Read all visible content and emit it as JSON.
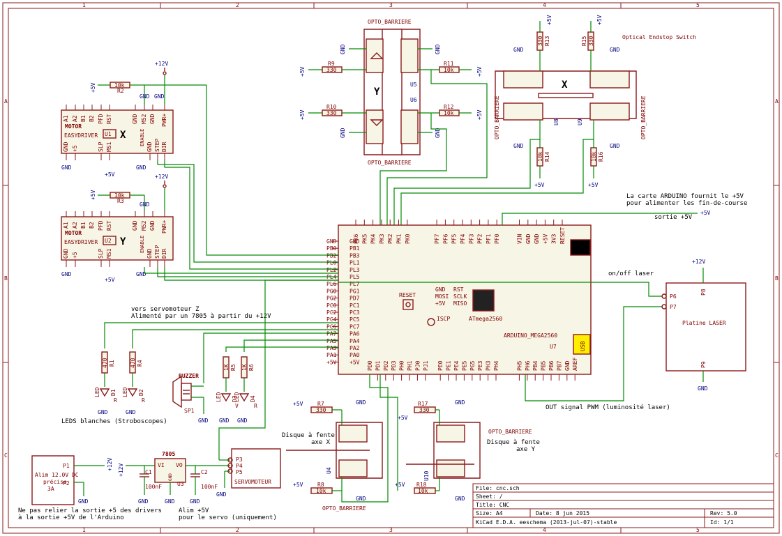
{
  "title_block": {
    "file": "File: cnc.sch",
    "sheet": "Sheet: /",
    "title": "Title: CNC",
    "size": "Size: A4",
    "date": "Date: 8 jun 2015",
    "rev": "Rev: 5.0",
    "tool": "KiCad E.D.A.  eeschema (2013-jul-07)-stable",
    "id": "Id: 1/1"
  },
  "frame": {
    "cols": [
      "1",
      "2",
      "3",
      "4",
      "5"
    ],
    "rows": [
      "A",
      "B",
      "C"
    ]
  },
  "drivers": [
    {
      "name": "EASYDRIVER",
      "ref": "U1",
      "axis": "X",
      "motor": "MOTOR",
      "top_pins": [
        "A1",
        "A2",
        "B1",
        "B2",
        "PFD",
        "RST",
        "GND",
        "M52",
        "GND",
        "PWR+"
      ],
      "bottom_pins": [
        "GND",
        "+5",
        "SLP",
        "MS1",
        "GND",
        "STEP",
        "DIR"
      ],
      "enable": "ENABLE"
    },
    {
      "name": "EASYDRIVER",
      "ref": "U2",
      "axis": "Y",
      "motor": "MOTOR",
      "top_pins": [
        "A1",
        "A2",
        "B1",
        "B2",
        "PFD",
        "RST",
        "GND",
        "M52",
        "GND",
        "PWR+"
      ],
      "bottom_pins": [
        "GND",
        "+5",
        "SLP",
        "MS1",
        "GND",
        "STEP",
        "DIR"
      ],
      "enable": "ENABLE"
    }
  ],
  "resistors": {
    "R2": "10k",
    "R3": "10k",
    "R9": "330",
    "R10": "330",
    "R11": "10k",
    "R12": "10k",
    "R13": "330",
    "R14": "10k",
    "R15": "330",
    "R16": "10k",
    "R1": "470",
    "R4": "470",
    "R5": "1K",
    "R6": "1K",
    "R7": "330",
    "R8": "10k",
    "R17": "330",
    "R18": "10k"
  },
  "power": {
    "v12": "+12V",
    "v5": "+5V",
    "gnd": "GND"
  },
  "opto": {
    "label": "OPTO_BARRIERE",
    "u5": "U5",
    "u6": "U6",
    "u8": "U8",
    "u9": "U9",
    "u4": "U4",
    "u10": "U10",
    "y_axis": "Y",
    "x_axis": "X",
    "endstop_title": "Optical Endstop Switch"
  },
  "mega": {
    "name": "ARDUINO_MEGA2560",
    "ref": "U7",
    "chip": "ATmega2560",
    "reset": "RESET",
    "iscp": "ISCP",
    "usb": "USB",
    "left_pins": [
      "GND",
      "PB1",
      "PB3",
      "PL1",
      "PL3",
      "PL5",
      "PL7",
      "PG1",
      "PD7",
      "PC1",
      "PC3",
      "PC5",
      "PC7",
      "PA6",
      "PA4",
      "PA2",
      "PA0",
      "+5V"
    ],
    "left_pins2": [
      "GND",
      "PB0",
      "PB2",
      "PL0",
      "PL2",
      "PL4",
      "PL6",
      "PG0",
      "PG2",
      "PC0",
      "PC2",
      "PC4",
      "PC6",
      "PA7",
      "PA5",
      "PA3",
      "PA1",
      "+5V"
    ],
    "top_pins": [
      "PK6",
      "PK5",
      "PK4",
      "PK3",
      "PK2",
      "PK1",
      "PK0",
      "PF7",
      "PF6",
      "PF5",
      "PF4",
      "PF3",
      "PF2",
      "PF1",
      "PF0",
      "VIN",
      "GND",
      "GND",
      "+5V",
      "3V3",
      "RESET"
    ],
    "bottom_pins": [
      "PD0",
      "PD1",
      "PD2",
      "PD3",
      "PH0",
      "PH1",
      "PJ0",
      "PJ1",
      "PE0",
      "PE1",
      "PE4",
      "PE5",
      "PG5",
      "PE3",
      "PH3",
      "PH4",
      "PH5",
      "PH6",
      "PB4",
      "PB5",
      "PB6",
      "PB7",
      "GND",
      "AREF"
    ],
    "icsp_pins": [
      "GND",
      "RST",
      "MOSI",
      "SCLK",
      "+5V",
      "MISO"
    ]
  },
  "notes": {
    "arduino_5v": "La carte ARDUINO fournit le +5V",
    "arduino_5v2": "pour alimenter les fin-de-course",
    "sortie5v": "sortie +5V",
    "onoff": "on/off laser",
    "servo1": "vers servomoteur Z",
    "servo2": "Alimenté par un 7805 à partir du +12V",
    "leds": "LEDS blanches (Stroboscopes)",
    "pwm": "OUT signal PWM (luminosité laser)",
    "disqueX1": "Disque à fente",
    "disqueX2": "axe X",
    "disqueY1": "Disque à fente",
    "disqueY2": "axe Y",
    "alim_servo1": "Alim +5V",
    "alim_servo2": "pour le servo (uniquement)",
    "nepas1": "Ne pas relier la sortie +5 des drivers",
    "nepas2": "à la sortie +5V de l'Arduino"
  },
  "laser": {
    "name": "Platine LASER",
    "p6": "P6",
    "p7": "P7",
    "p8": "P8",
    "p9": "P9"
  },
  "supply": {
    "name": "Alim 12.0V DC",
    "line2": "précise",
    "line3": "3A",
    "p1": "P1",
    "p2": "P2"
  },
  "regulator": {
    "name": "7805",
    "ref": "U3",
    "vi": "VI",
    "vo": "VO",
    "gnd": "GND",
    "c1": "C1",
    "c2": "C2",
    "c1v": "100nF",
    "c2v": "100nF"
  },
  "servo": {
    "name": "SERVOMOTEUR",
    "p3": "P3",
    "p4": "P4",
    "p5": "P5"
  },
  "buzzer": {
    "name": "BUZZER",
    "ref": "SP1"
  },
  "leds": {
    "d1": "D1",
    "d2": "D2",
    "d3": "D3",
    "d4": "D4",
    "led": "LED",
    "r": "R",
    "v": "V"
  }
}
